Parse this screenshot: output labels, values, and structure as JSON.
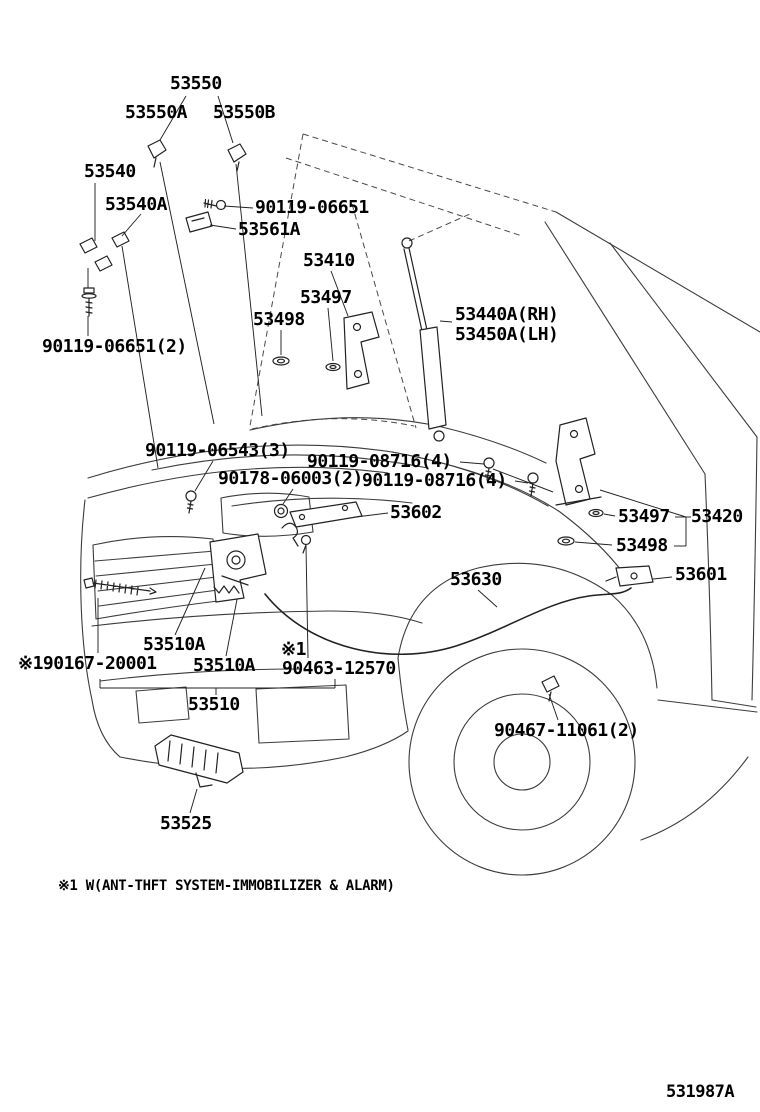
{
  "colors": {
    "line": "#3c3c3c",
    "text": "#000000",
    "background": "#ffffff"
  },
  "labels": [
    {
      "text": "53550"
    },
    {
      "text": "53550A"
    },
    {
      "text": "53550B"
    },
    {
      "text": "53540"
    },
    {
      "text": "53540A"
    },
    {
      "text": "90119-06651"
    },
    {
      "text": "53561A"
    },
    {
      "text": "53410"
    },
    {
      "text": "53497"
    },
    {
      "text": "53498"
    },
    {
      "text": "53440A(RH)"
    },
    {
      "text": "53450A(LH)"
    },
    {
      "text": "90119-06651(2)"
    },
    {
      "text": "90119-06543(3)"
    },
    {
      "text": "90119-08716(4)"
    },
    {
      "text": "90178-06003(2)"
    },
    {
      "text": "90119-08716(4)"
    },
    {
      "text": "53602"
    },
    {
      "text": "53497"
    },
    {
      "text": "53420"
    },
    {
      "text": "53498"
    },
    {
      "text": "53630"
    },
    {
      "text": "53601"
    },
    {
      "text": "53510A"
    },
    {
      "text": "※190167-20001"
    },
    {
      "text": "53510A"
    },
    {
      "text": "※1"
    },
    {
      "text": "90463-12570"
    },
    {
      "text": "53510"
    },
    {
      "text": "90467-11061(2)"
    },
    {
      "text": "53525"
    }
  ],
  "footnote": "※1 W(ANT-THFT SYSTEM-IMMOBILIZER & ALARM)",
  "doc_code": "531987A"
}
